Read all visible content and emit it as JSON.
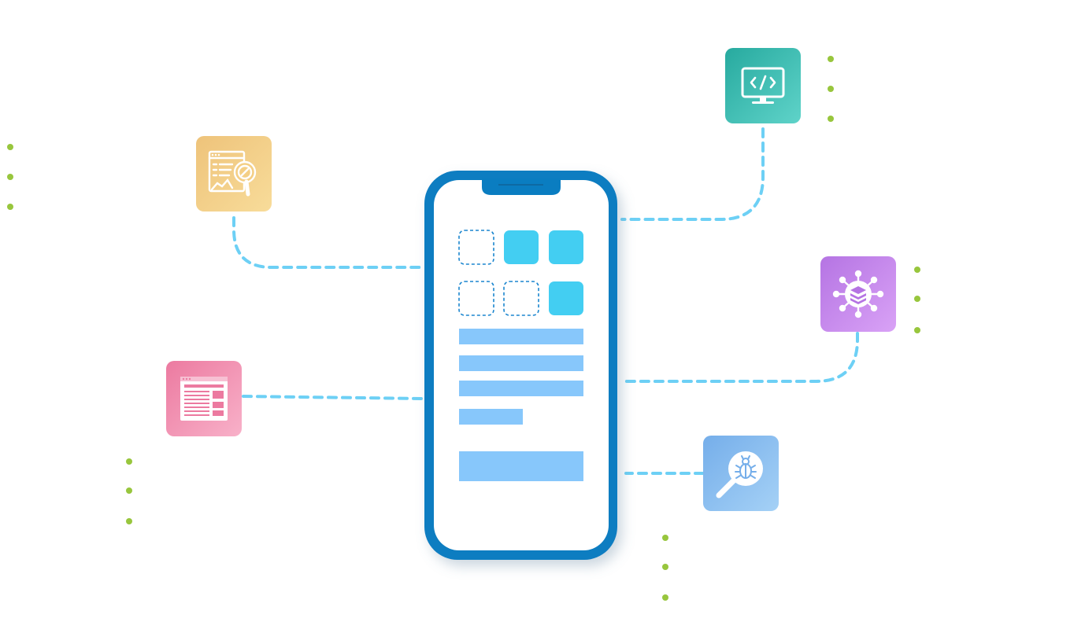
{
  "diagram": {
    "kind": "mobile-app-services-illustration",
    "center": "smartphone",
    "phone_screen": {
      "grid_rows": 2,
      "grid_cols": 3,
      "filled_cells": [
        false,
        true,
        true,
        false,
        false,
        true
      ],
      "content_bars": 4,
      "action_block": true
    },
    "nodes": [
      {
        "id": "analytics",
        "icon": "analytics-search-icon",
        "colors": [
          "#eec37a",
          "#f8dc9a"
        ]
      },
      {
        "id": "web-layout",
        "icon": "web-layout-icon",
        "colors": [
          "#ec7aa0",
          "#f8b1c9"
        ]
      },
      {
        "id": "development",
        "icon": "code-monitor-icon",
        "colors": [
          "#27aa9f",
          "#5fd3c9"
        ]
      },
      {
        "id": "integration",
        "icon": "layers-network-icon",
        "colors": [
          "#b574e3",
          "#d9a2f6"
        ]
      },
      {
        "id": "testing",
        "icon": "bug-search-icon",
        "colors": [
          "#75aeea",
          "#a5d1f6"
        ]
      }
    ],
    "palette": {
      "phone_frame": "#0a7dc1",
      "phone_accent_cyan": "#43cef2",
      "phone_bar_blue": "#87c7fb",
      "connector": "#6dd0f5",
      "dots": "#98c63d"
    }
  }
}
